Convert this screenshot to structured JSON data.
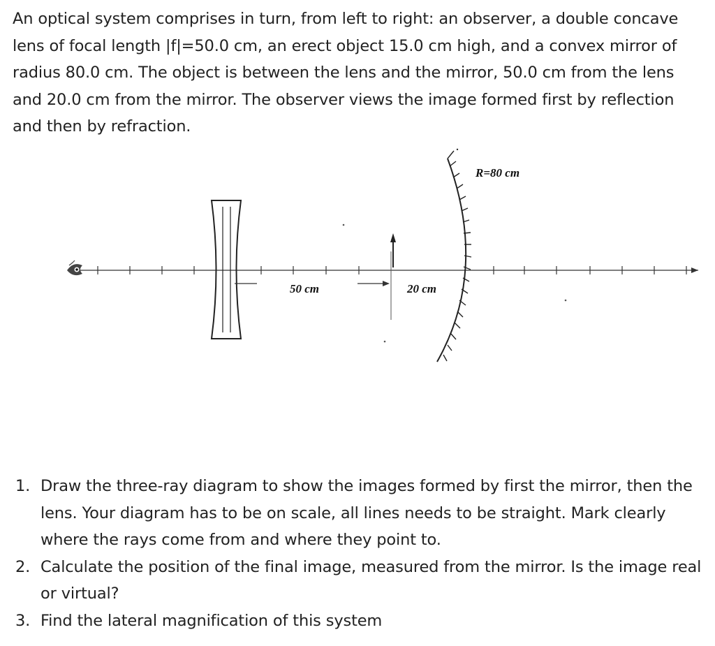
{
  "problem": {
    "text": "An optical system comprises in turn, from left to right: an observer, a double concave lens of focal length |f|=50.0 cm, an erect object 15.0 cm high, and a convex mirror of radius 80.0 cm. The object is between the lens and the mirror, 50.0 cm from the lens and 20.0 cm from the mirror. The observer views the image formed first by reflection and then by refraction."
  },
  "figure": {
    "labels": {
      "radius": "R=80 cm",
      "lens_object_distance": "50 cm",
      "object_mirror_distance": "20 cm"
    },
    "icons": [
      "eye-icon",
      "double-concave-lens-icon",
      "convex-mirror-icon",
      "object-arrow-icon"
    ]
  },
  "questions": [
    {
      "number": "1.",
      "text": "Draw the three-ray diagram to show the images formed by first the mirror, then the lens. Your diagram has to be on scale, all lines needs to be straight. Mark clearly where the rays come from and where they point to."
    },
    {
      "number": "2.",
      "text": "Calculate the position of the final image, measured from the mirror. Is the image real or virtual?"
    },
    {
      "number": "3.",
      "text": "Find the lateral magnification of this system"
    }
  ]
}
